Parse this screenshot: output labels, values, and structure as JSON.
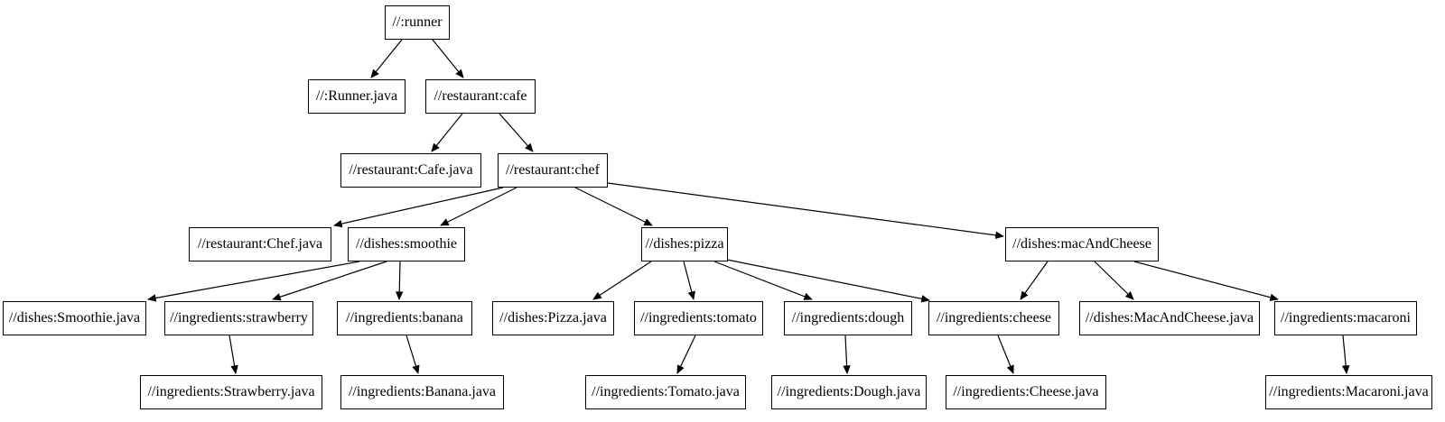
{
  "graph": {
    "type": "directed-dependency-graph",
    "background_color": "#ffffff",
    "node_fill": "#ffffff",
    "node_border_color": "#000000",
    "edge_color": "#000000",
    "text_color": "#000000",
    "nodes": [
      {
        "id": "runner",
        "label": "//:runner"
      },
      {
        "id": "runner-java",
        "label": "//:Runner.java"
      },
      {
        "id": "cafe",
        "label": "//restaurant:cafe"
      },
      {
        "id": "cafe-java",
        "label": "//restaurant:Cafe.java"
      },
      {
        "id": "chef",
        "label": "//restaurant:chef"
      },
      {
        "id": "chef-java",
        "label": "//restaurant:Chef.java"
      },
      {
        "id": "smoothie",
        "label": "//dishes:smoothie"
      },
      {
        "id": "pizza",
        "label": "//dishes:pizza"
      },
      {
        "id": "mac-and-cheese",
        "label": "//dishes:macAndCheese"
      },
      {
        "id": "smoothie-java",
        "label": "//dishes:Smoothie.java"
      },
      {
        "id": "strawberry",
        "label": "//ingredients:strawberry"
      },
      {
        "id": "banana",
        "label": "//ingredients:banana"
      },
      {
        "id": "pizza-java",
        "label": "//dishes:Pizza.java"
      },
      {
        "id": "tomato",
        "label": "//ingredients:tomato"
      },
      {
        "id": "dough",
        "label": "//ingredients:dough"
      },
      {
        "id": "cheese",
        "label": "//ingredients:cheese"
      },
      {
        "id": "mac-and-cheese-java",
        "label": "//dishes:MacAndCheese.java"
      },
      {
        "id": "macaroni",
        "label": "//ingredients:macaroni"
      },
      {
        "id": "strawberry-java",
        "label": "//ingredients:Strawberry.java"
      },
      {
        "id": "banana-java",
        "label": "//ingredients:Banana.java"
      },
      {
        "id": "tomato-java",
        "label": "//ingredients:Tomato.java"
      },
      {
        "id": "dough-java",
        "label": "//ingredients:Dough.java"
      },
      {
        "id": "cheese-java",
        "label": "//ingredients:Cheese.java"
      },
      {
        "id": "macaroni-java",
        "label": "//ingredients:Macaroni.java"
      }
    ],
    "edges": [
      {
        "from": "runner",
        "to": "runner-java"
      },
      {
        "from": "runner",
        "to": "cafe"
      },
      {
        "from": "cafe",
        "to": "cafe-java"
      },
      {
        "from": "cafe",
        "to": "chef"
      },
      {
        "from": "chef",
        "to": "chef-java"
      },
      {
        "from": "chef",
        "to": "smoothie"
      },
      {
        "from": "chef",
        "to": "pizza"
      },
      {
        "from": "chef",
        "to": "mac-and-cheese"
      },
      {
        "from": "smoothie",
        "to": "smoothie-java"
      },
      {
        "from": "smoothie",
        "to": "strawberry"
      },
      {
        "from": "smoothie",
        "to": "banana"
      },
      {
        "from": "strawberry",
        "to": "strawberry-java"
      },
      {
        "from": "banana",
        "to": "banana-java"
      },
      {
        "from": "pizza",
        "to": "pizza-java"
      },
      {
        "from": "pizza",
        "to": "tomato"
      },
      {
        "from": "pizza",
        "to": "dough"
      },
      {
        "from": "pizza",
        "to": "cheese"
      },
      {
        "from": "tomato",
        "to": "tomato-java"
      },
      {
        "from": "dough",
        "to": "dough-java"
      },
      {
        "from": "cheese",
        "to": "cheese-java"
      },
      {
        "from": "mac-and-cheese",
        "to": "cheese"
      },
      {
        "from": "mac-and-cheese",
        "to": "mac-and-cheese-java"
      },
      {
        "from": "mac-and-cheese",
        "to": "macaroni"
      },
      {
        "from": "macaroni",
        "to": "macaroni-java"
      }
    ]
  }
}
